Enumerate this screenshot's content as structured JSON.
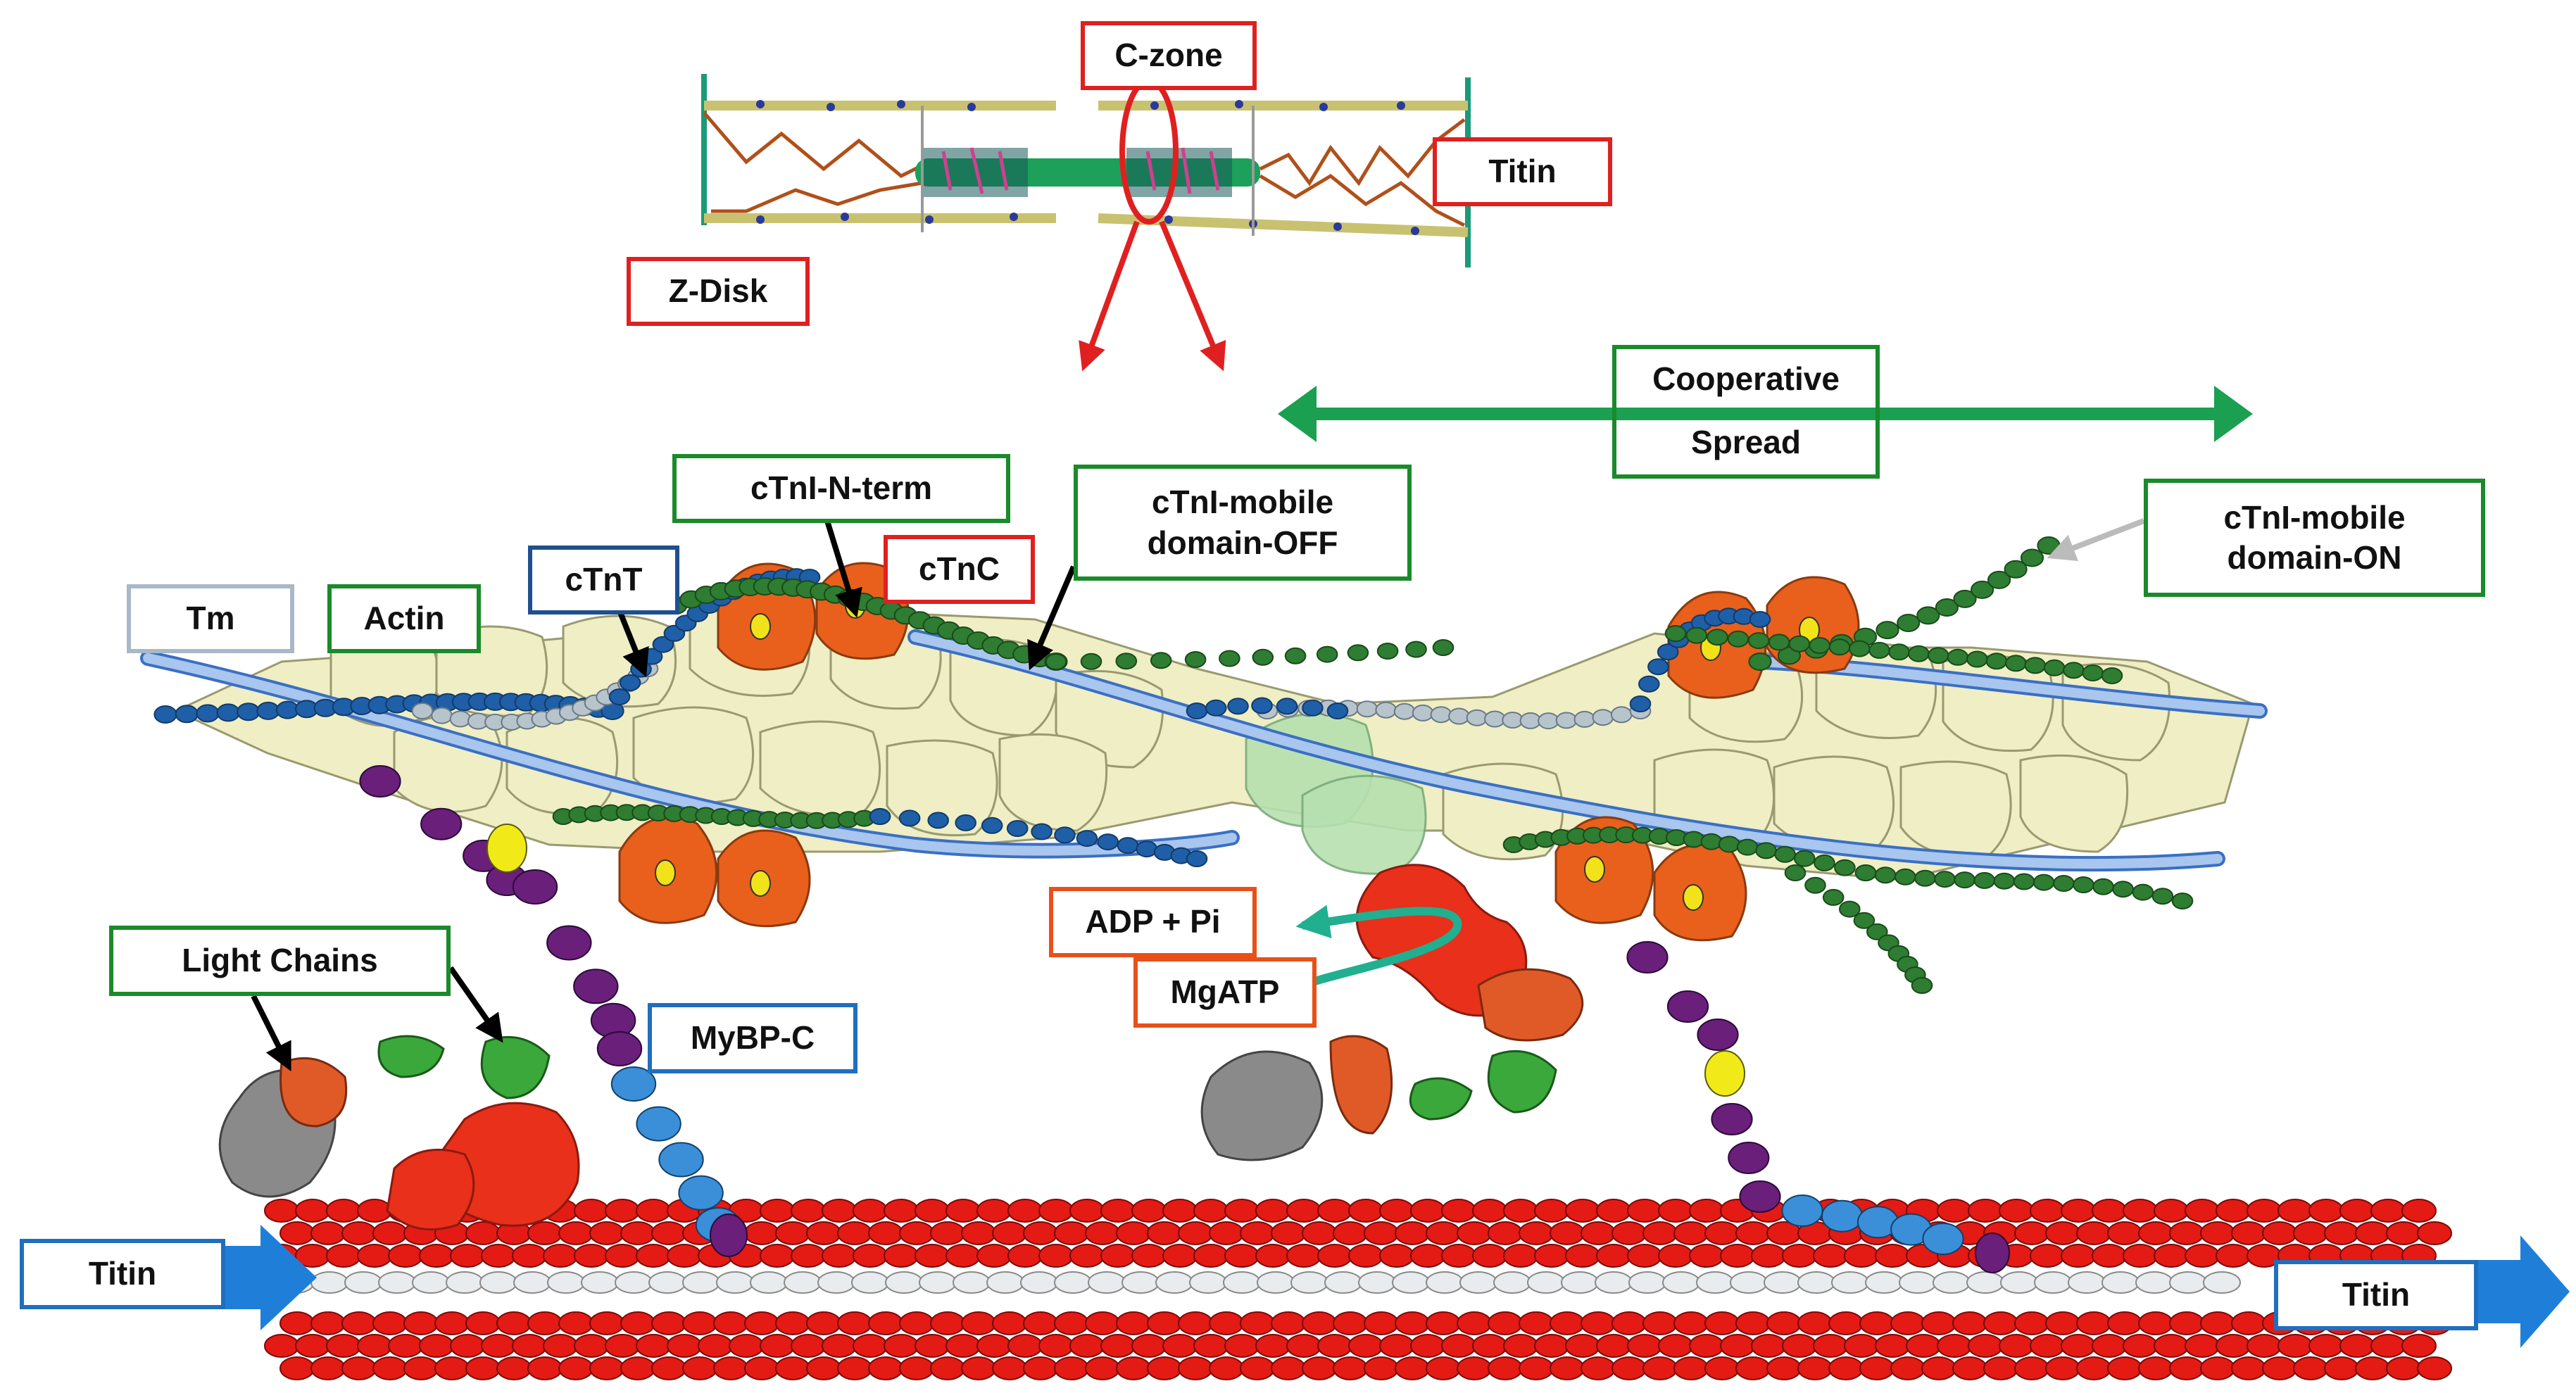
{
  "labels": {
    "c_zone": "C-zone",
    "titin_top": "Titin",
    "z_disk": "Z-Disk",
    "cooperative": "Cooperative",
    "spread": "Spread",
    "ctni_n_term": "cTnI-N-term",
    "ctni_mobile_off_line1": "cTnI-mobile",
    "ctni_mobile_off_line2": "domain-OFF",
    "ctni_mobile_on_line1": "cTnI-mobile",
    "ctni_mobile_on_line2": "domain-ON",
    "ctnt": "cTnT",
    "ctnc": "cTnC",
    "tm": "Tm",
    "actin": "Actin",
    "light_chains": "Light Chains",
    "mybp_c": "MyBP-C",
    "adp_pi": "ADP + Pi",
    "mgatp": "MgATP",
    "titin_left": "Titin",
    "titin_right": "Titin"
  },
  "colors": {
    "actin": "#efeec4",
    "actin_edge": "#9a9a70",
    "tropomyosin": "#a8c6ee",
    "tropomyosin_edge": "#3a6fc4",
    "ctni_bead": "#2e7d32",
    "ctnt_bead": "#1f5fa8",
    "grey_bead": "#b8c4cc",
    "troponin": "#e8601c",
    "troponin_site": "#f2e21a",
    "myosin_filament": "#e41a14",
    "titin_core": "#e8ecef",
    "mybp_c_purple": "#6a1f7a",
    "mybp_c_blue": "#3a8fd8",
    "mybp_c_yellow": "#f2ea18",
    "myosin_head": "#e8301a",
    "light_chain_green": "#3aa83a",
    "light_chain_orange": "#e05a28",
    "lever_grey": "#8a8a8a",
    "cooperative_arrow": "#1aa050",
    "titin_arrow": "#1f7fd8",
    "callout_red": "#e02020",
    "atp_arrow": "#20b090"
  }
}
